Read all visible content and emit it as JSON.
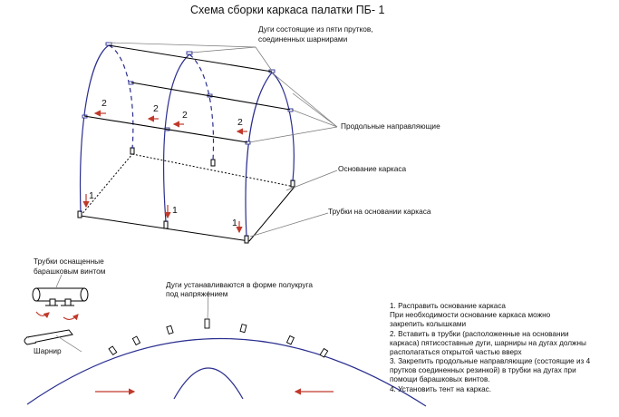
{
  "title": "Схема сборки каркаса палатки ПБ- 1",
  "labels": {
    "arcs_line1": "Дуги состоящие из пяти прутков,",
    "arcs_line2": "соединенных шарнирами",
    "rails": "Продольные направляющие",
    "base": "Основание каркаса",
    "base_tubes": "Трубки на основании каркаса",
    "tubes_line1": "Трубки  оснащенные",
    "tubes_line2": "барашковым винтом",
    "hinge": "Шарнир",
    "semicircle_line1": "Дуги устанавливаются в форме  полукруга",
    "semicircle_line2": "под напряжением"
  },
  "markers": {
    "one": "1",
    "two": "2"
  },
  "steps": [
    "1. Расправить основание каркаса",
    "При необходимости основание каркаса можно",
    "закрепить колышками",
    "2. Вставить в трубки (расположенные на основании",
    "каркаса)  пятисоставные дуги, шарниры на дугах должны",
    "располагаться открытой частью вверх",
    "3. Закрепить  продольные направляющие (состоящие из 4",
    "прутков соединенных резинкой) в трубки на дугах  при",
    "помощи  барашковых винтов.",
    "4. Установить тент на каркас."
  ],
  "colors": {
    "arc": "#2b2f8f",
    "arrow": "#c0392b",
    "line": "#000000"
  }
}
